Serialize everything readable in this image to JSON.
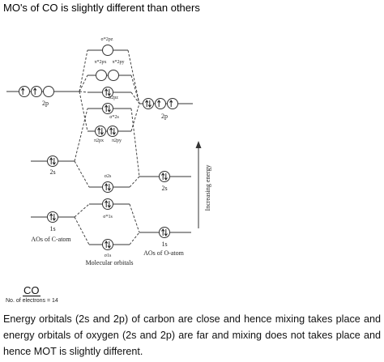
{
  "heading": "MO's of CO is slightly different than others",
  "diagram": {
    "carbon_2p_label": "2p",
    "carbon_2s_label": "2s",
    "carbon_1s_label": "1s",
    "carbon_caption": "AOs of C-atom",
    "oxygen_2p_label": "2p",
    "oxygen_2s_label": "2s",
    "oxygen_1s_label": "1s",
    "oxygen_caption": "AOs of O-atom",
    "mo_caption": "Molecular orbitals",
    "energy_axis_label": "Increasing energy",
    "mo_labels": {
      "sigma_star_2pz": "σ*2pz",
      "pi_star_2px": "π*2px",
      "pi_star_2py": "π*2py",
      "sigma_2pz": "σ2pz",
      "sigma_star_2s": "σ*2s",
      "pi_2px": "π2px",
      "pi_2py": "π2py",
      "sigma_2s": "σ2s",
      "sigma_star_1s": "σ*1s",
      "sigma_1s": "σ1s"
    }
  },
  "molecule": "CO",
  "electron_count": "No. of electrons = 14",
  "explanation": "Energy orbitals (2s and 2p) of carbon are close and hence mixing takes place and energy orbitals of oxygen (2s and 2p) are far and mixing does not takes place and hence MOT is slightly different."
}
